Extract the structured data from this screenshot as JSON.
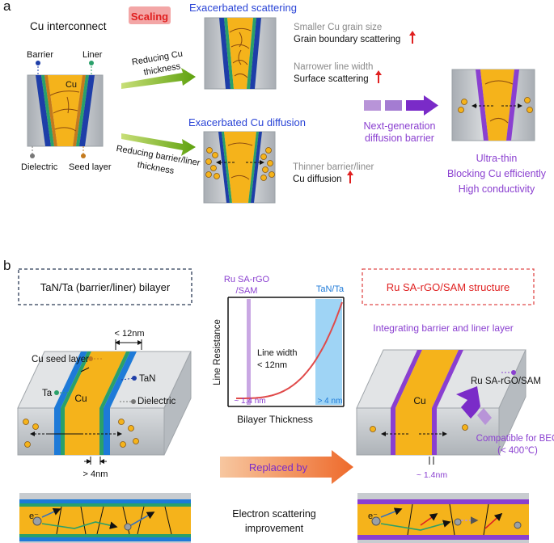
{
  "panel_a": {
    "label": "a",
    "cu_interconnect": "Cu interconnect",
    "scaling_badge": "Scaling",
    "barrier": "Barrier",
    "liner": "Liner",
    "cu": "Cu",
    "dielectric": "Dielectric",
    "seed_layer": "Seed layer",
    "arrow_top_l1": "Reducing Cu",
    "arrow_top_l2": "thickness",
    "arrow_bot_l1": "Reducing barrier/liner",
    "arrow_bot_l2": "thickness",
    "scattering_title": "Exacerbated scattering",
    "grain_gray": "Smaller Cu grain size",
    "grain_black": "Grain boundary scattering",
    "narrow_gray": "Narrower line width",
    "narrow_black": "Surface scattering",
    "diffusion_title": "Exacerbated Cu diffusion",
    "thin_gray": "Thinner barrier/liner",
    "thin_black": "Cu diffusion",
    "next_gen_l1": "Next-generation",
    "next_gen_l2": "diffusion barrier",
    "prop1": "Ultra-thin",
    "prop2": "Blocking Cu efficiently",
    "prop3": "High conductivity",
    "colors": {
      "blue_title": "#2a44d6",
      "purple": "#8a3fd0",
      "red": "#e02020",
      "gray_text": "#8a8a8a"
    }
  },
  "panel_b": {
    "label": "b",
    "left_box": "TaN/Ta (barrier/liner) bilayer",
    "right_box": "Ru SA-rGO/SAM structure",
    "integrating": "Integrating barrier and liner layer",
    "dim_12nm": "< 12nm",
    "cu_seed": "Cu seed layer",
    "tan": "TaN",
    "ta": "Ta",
    "cu": "Cu",
    "dielectric": "Dielectric",
    "dim_4nm": "> 4nm",
    "ru_label": "Ru SA-rGO/SAM",
    "compatible_l1": "Compatible for BEOL",
    "compatible_l2": "(< 400℃)",
    "dim_14nm": "~ 1.4nm",
    "replaced_by": "Replaced by",
    "electron_l1": "Electron scattering",
    "electron_l2": "improvement",
    "electron_symbol": "e⁻"
  },
  "chart_data": {
    "type": "line",
    "xlabel": "Bilayer Thickness",
    "ylabel": "Line Resistance",
    "left_band_label_l1": "Ru SA-rGO",
    "left_band_label_l2": "/SAM",
    "right_band_label": "TaN/Ta",
    "annotation_l1": "Line width",
    "annotation_l2": "< 12nm",
    "left_tick": "~ 1.4 nm",
    "right_tick": "> 4 nm",
    "curve_color": "#e04a4a"
  }
}
